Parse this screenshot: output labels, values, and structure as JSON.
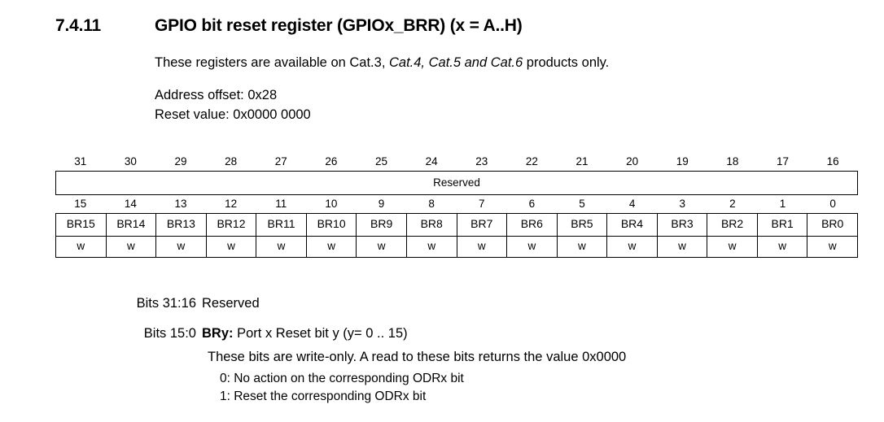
{
  "heading": {
    "section_number": "7.4.11",
    "title": "GPIO bit reset register (GPIOx_BRR) (x = A..H)"
  },
  "intro": {
    "availability_prefix": "These registers are available on Cat.3, ",
    "availability_italic": "Cat.4, Cat.5 and Cat.6",
    "availability_suffix": " products only.",
    "address_offset": "Address offset: 0x28",
    "reset_value": "Reset value: 0x0000 0000"
  },
  "register_table": {
    "high_bit_numbers": [
      "31",
      "30",
      "29",
      "28",
      "27",
      "26",
      "25",
      "24",
      "23",
      "22",
      "21",
      "20",
      "19",
      "18",
      "17",
      "16"
    ],
    "reserved_label": "Reserved",
    "low_bit_numbers": [
      "15",
      "14",
      "13",
      "12",
      "11",
      "10",
      "9",
      "8",
      "7",
      "6",
      "5",
      "4",
      "3",
      "2",
      "1",
      "0"
    ],
    "bit_names": [
      "BR15",
      "BR14",
      "BR13",
      "BR12",
      "BR11",
      "BR10",
      "BR9",
      "BR8",
      "BR7",
      "BR6",
      "BR5",
      "BR4",
      "BR3",
      "BR2",
      "BR1",
      "BR0"
    ],
    "access_flags": [
      "w",
      "w",
      "w",
      "w",
      "w",
      "w",
      "w",
      "w",
      "w",
      "w",
      "w",
      "w",
      "w",
      "w",
      "w",
      "w"
    ]
  },
  "field_descriptions": {
    "reserved": {
      "bits_label": "Bits 31:16",
      "description": "Reserved"
    },
    "bry": {
      "bits_label": "Bits 15:0",
      "name": "BRy:",
      "description": " Port x Reset bit y (y= 0 .. 15)",
      "note": "These bits are write-only. A read to these bits returns the value 0x0000",
      "option_zero": "0: No action on the corresponding ODRx bit",
      "option_one": "1: Reset the corresponding ODRx bit"
    }
  }
}
